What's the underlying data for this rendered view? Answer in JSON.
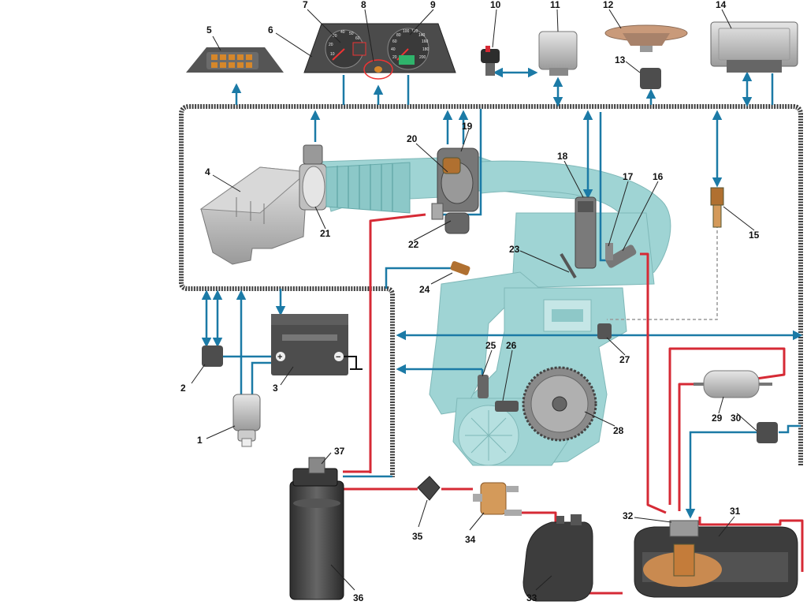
{
  "labels": [
    "1",
    "2",
    "3",
    "4",
    "5",
    "6",
    "7",
    "8",
    "9",
    "10",
    "11",
    "12",
    "13",
    "14",
    "15",
    "16",
    "17",
    "18",
    "19",
    "20",
    "21",
    "22",
    "23",
    "24",
    "25",
    "26",
    "27",
    "28",
    "29",
    "30",
    "31",
    "32",
    "33",
    "34",
    "35",
    "36",
    "37"
  ],
  "battery_symbols": {
    "plus": "+",
    "minus": "−"
  },
  "gauge_ticks": {
    "tach": [
      "10",
      "20",
      "30",
      "40",
      "50",
      "60"
    ],
    "speedo": [
      "20",
      "40",
      "60",
      "80",
      "100",
      "120",
      "140",
      "160",
      "180",
      "200"
    ]
  },
  "colors": {
    "bus": "#3f3f3f",
    "signal_wire": "#1b7aa6",
    "fuel_line": "#d62a35",
    "engine_body": "#9fd4d4",
    "background": "#ffffff"
  }
}
